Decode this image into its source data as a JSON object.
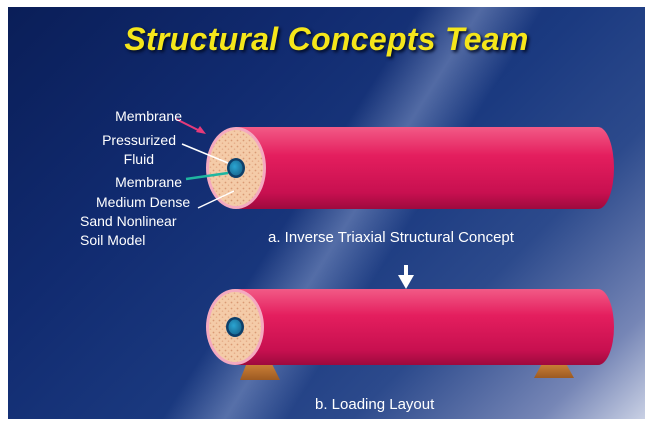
{
  "title": "Structural Concepts Team",
  "labels": {
    "outer_membrane": "Membrane",
    "pressurized_fluid_line1": "Pressurized",
    "pressurized_fluid_line2": "Fluid",
    "inner_membrane": "Membrane",
    "soil_line1": "Medium Dense",
    "soil_line2": "Sand Nonlinear",
    "soil_line3": "Soil Model"
  },
  "captions": {
    "a": "a. Inverse Triaxial Structural Concept",
    "b": "b.  Loading Layout"
  },
  "colors": {
    "title": "#f5e61a",
    "tube": "#e0195a",
    "sand": "#f2c6a4",
    "fluid": "#2a8fb8",
    "support": "#c8782c",
    "label": "#ffffff",
    "leader_membrane": "#e63a7a",
    "leader_inner": "#1fb6a0"
  }
}
